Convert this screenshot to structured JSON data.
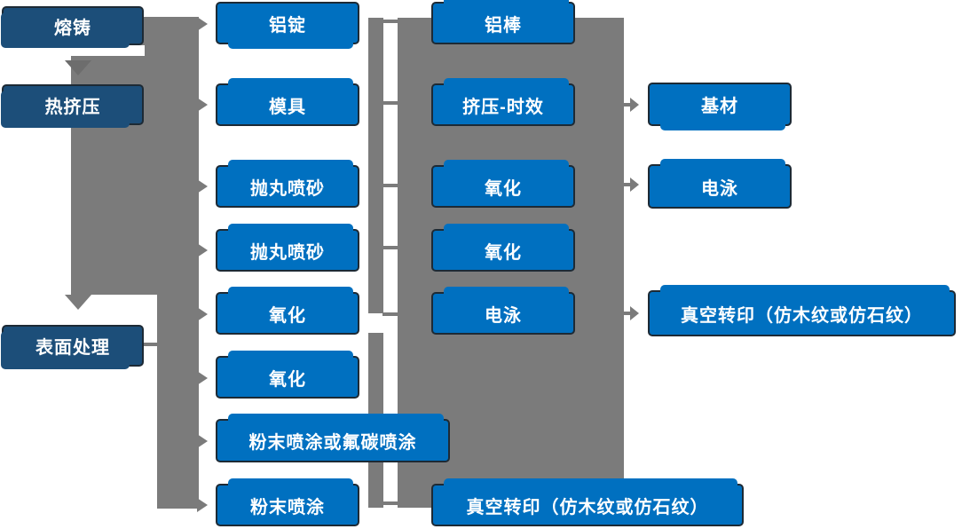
{
  "diagram": {
    "type": "flowchart",
    "description": "Aluminum profile production process flow",
    "colors": {
      "node_blue": "#0070c0",
      "node_dark_blue": "#1c4e79",
      "connector_gray": "#7b7b7b",
      "connector_dark_gray": "#6d6d6d",
      "node_border": "#1d2a35",
      "node_text": "#ffffff",
      "background": "#ffffff"
    },
    "nodes": {
      "col1": [
        "熔铸",
        "热挤压",
        "表面处理"
      ],
      "col2": [
        "铝锭",
        "模具",
        "抛丸喷砂",
        "抛丸喷砂",
        "氧化",
        "氧化",
        "粉末喷涂或氟碳喷涂",
        "粉末喷涂"
      ],
      "col3": [
        "铝棒",
        "挤压-时效",
        "氧化",
        "氧化",
        "电泳",
        "真空转印（仿木纹或仿石纹）"
      ],
      "col4": [
        "基材",
        "电泳",
        "真空转印（仿木纹或仿石纹）"
      ]
    }
  }
}
